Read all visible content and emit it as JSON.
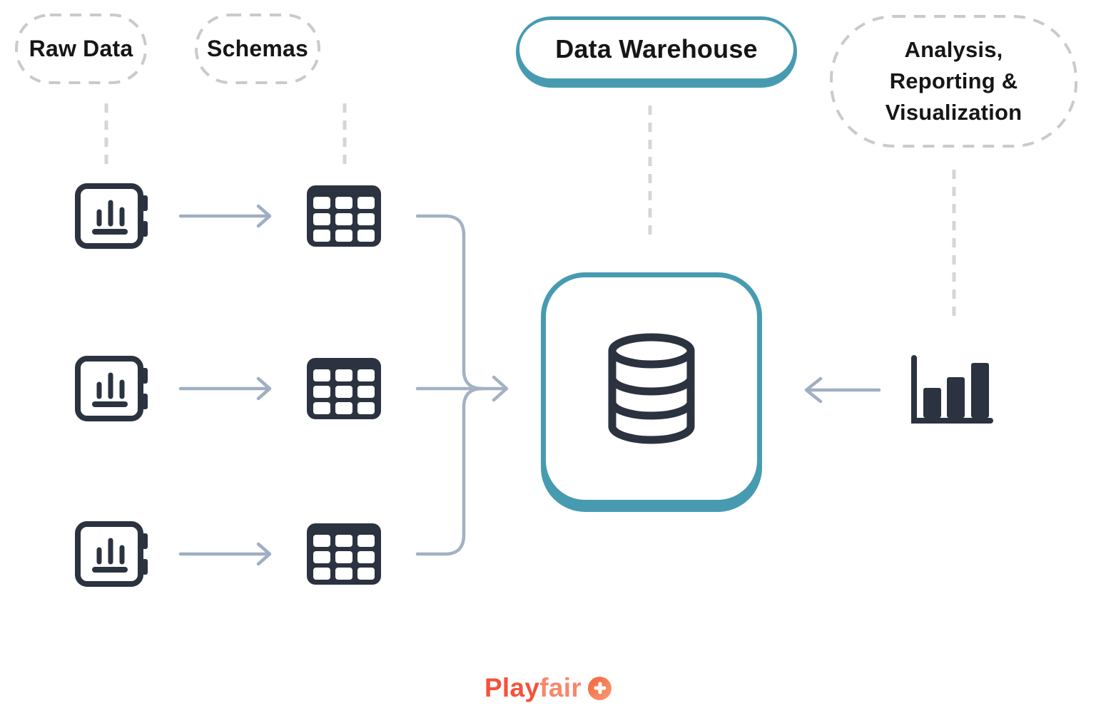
{
  "nodes": {
    "raw_data": {
      "label": "Raw Data",
      "shape": "dashed-pill"
    },
    "schemas": {
      "label": "Schemas",
      "shape": "dashed-pill"
    },
    "data_warehouse": {
      "label": "Data Warehouse",
      "shape": "teal-pill"
    },
    "analysis": {
      "label": "Analysis, Reporting & Visualization",
      "lines": [
        "Analysis,",
        "Reporting &",
        "Visualization"
      ],
      "shape": "dashed-bubble"
    }
  },
  "icons": {
    "raw_data_source": "raw-data-device-icon",
    "schema_table": "table-grid-icon",
    "data_warehouse": "database-cylinder-icon",
    "analysis": "bar-chart-icon",
    "raw_source_count": 3,
    "schema_table_count": 3
  },
  "edges": [
    {
      "from": "raw-data-source-1",
      "to": "schema-table-1",
      "type": "arrow"
    },
    {
      "from": "raw-data-source-2",
      "to": "schema-table-2",
      "type": "arrow"
    },
    {
      "from": "raw-data-source-3",
      "to": "schema-table-3",
      "type": "arrow"
    },
    {
      "from": "schema-tables",
      "to": "data-warehouse",
      "type": "merged-arrow"
    },
    {
      "from": "bar-chart",
      "to": "data-warehouse",
      "type": "arrow"
    }
  ],
  "logo": {
    "segments": [
      "Play",
      "fair"
    ],
    "badge": "plus"
  },
  "colors": {
    "teal": "#479BB1",
    "dark_icon": "#2B3240",
    "arrow": "#9FAFC3",
    "dashed_border": "#CACACA",
    "drop_line": "#D6D6D6",
    "label_text": "#161616",
    "logo_start": "#F4523C",
    "logo_end": "#F8876A",
    "badge_orange": "#F5794C"
  }
}
